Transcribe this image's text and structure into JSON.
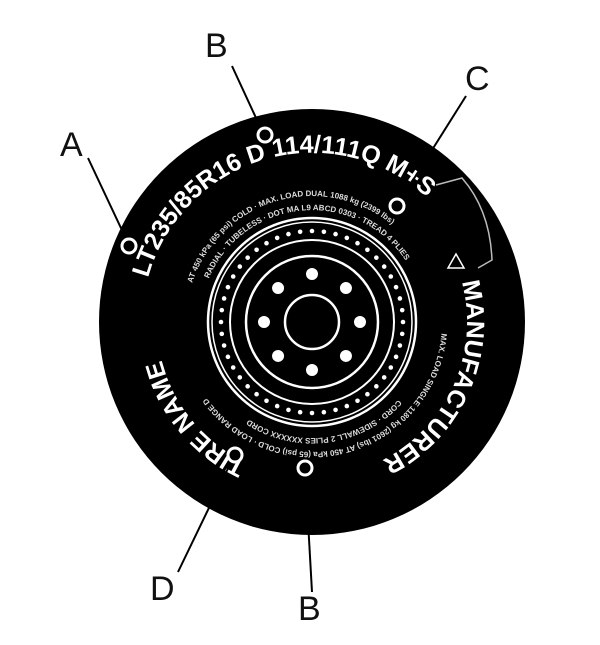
{
  "sidewall": {
    "size_code": "LT235/85R16 D 114/111Q M+S",
    "manufacturer": "MANUFACTURER",
    "tire_name": "TIRE NAME",
    "inner_top_text": "AT 450 kPa (65 psi) COLD · MAX. LOAD DUAL 1088 kg (2399 lbs)",
    "inner_top_text_2": "RADIAL · TUBELESS · DOT MA L9 ABCD 0303 · TREAD 4 PLIES",
    "inner_bottom_text": "MAX. LOAD SINGLE 1180 kg (2601 lbs) AT 450 kPa (65 psi) COLD · LOAD RANGE D",
    "inner_bottom_text_2": "CORD · SIDEWALL 2 PLIES XXXXXX CORD"
  },
  "callouts": [
    "A",
    "B",
    "C",
    "D",
    "B"
  ],
  "colors": {
    "tire": "#000000",
    "marking": "#ffffff",
    "background": "#ffffff"
  }
}
